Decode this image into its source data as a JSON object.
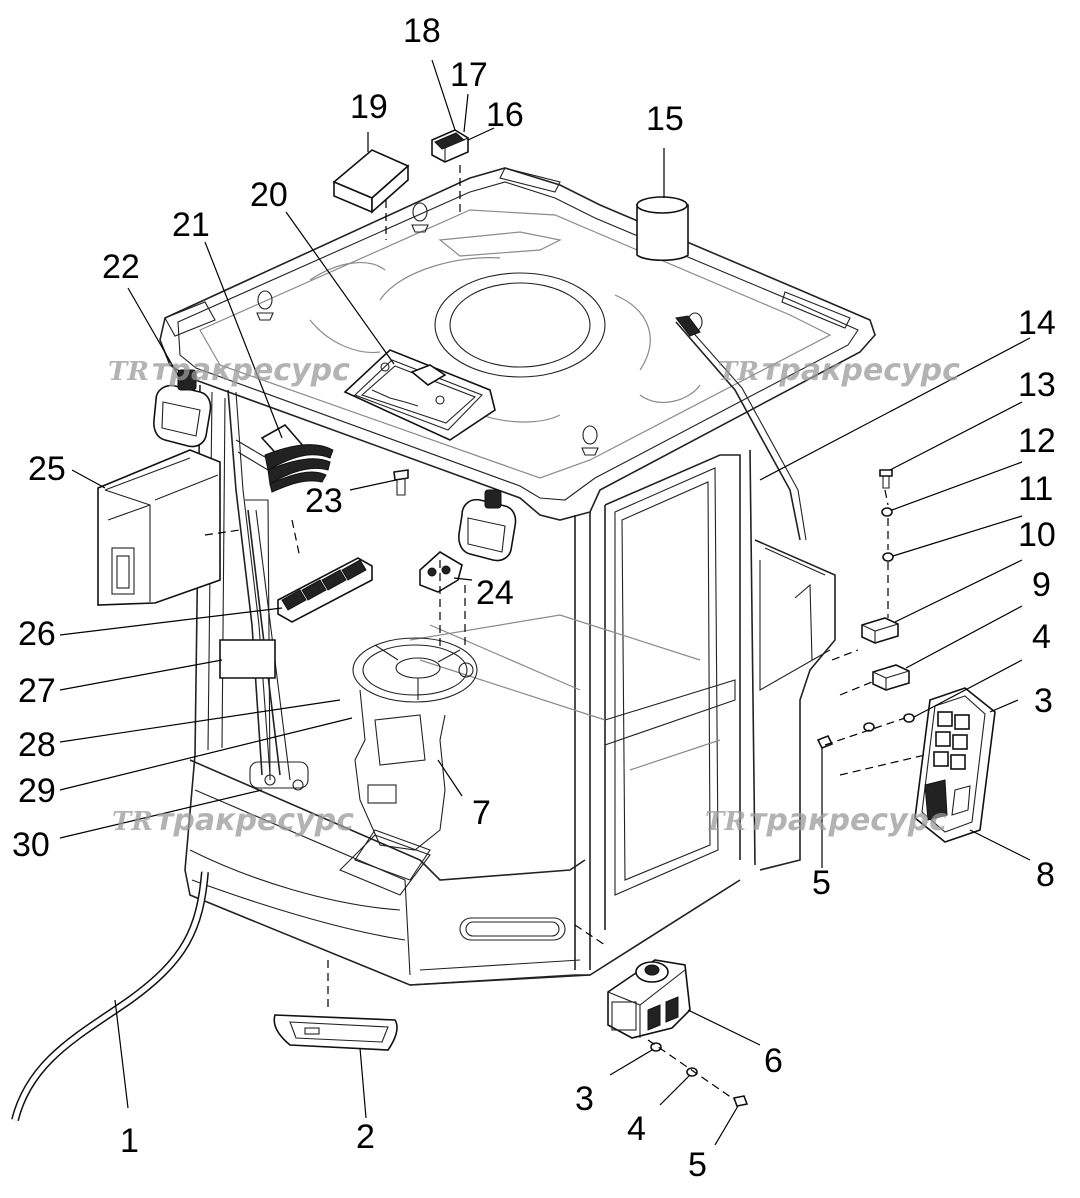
{
  "diagram": {
    "callouts": [
      "1",
      "2",
      "3",
      "4",
      "5",
      "6",
      "7",
      "8",
      "9",
      "10",
      "11",
      "12",
      "13",
      "14",
      "15",
      "16",
      "17",
      "18",
      "19",
      "20",
      "21",
      "22",
      "23",
      "24",
      "25",
      "26",
      "27",
      "28",
      "29",
      "30"
    ],
    "extra_callouts": {
      "c3b": "3",
      "c4b": "4",
      "c5b": "5"
    },
    "watermark": {
      "logo": "TR",
      "text": "тракресурс"
    }
  }
}
